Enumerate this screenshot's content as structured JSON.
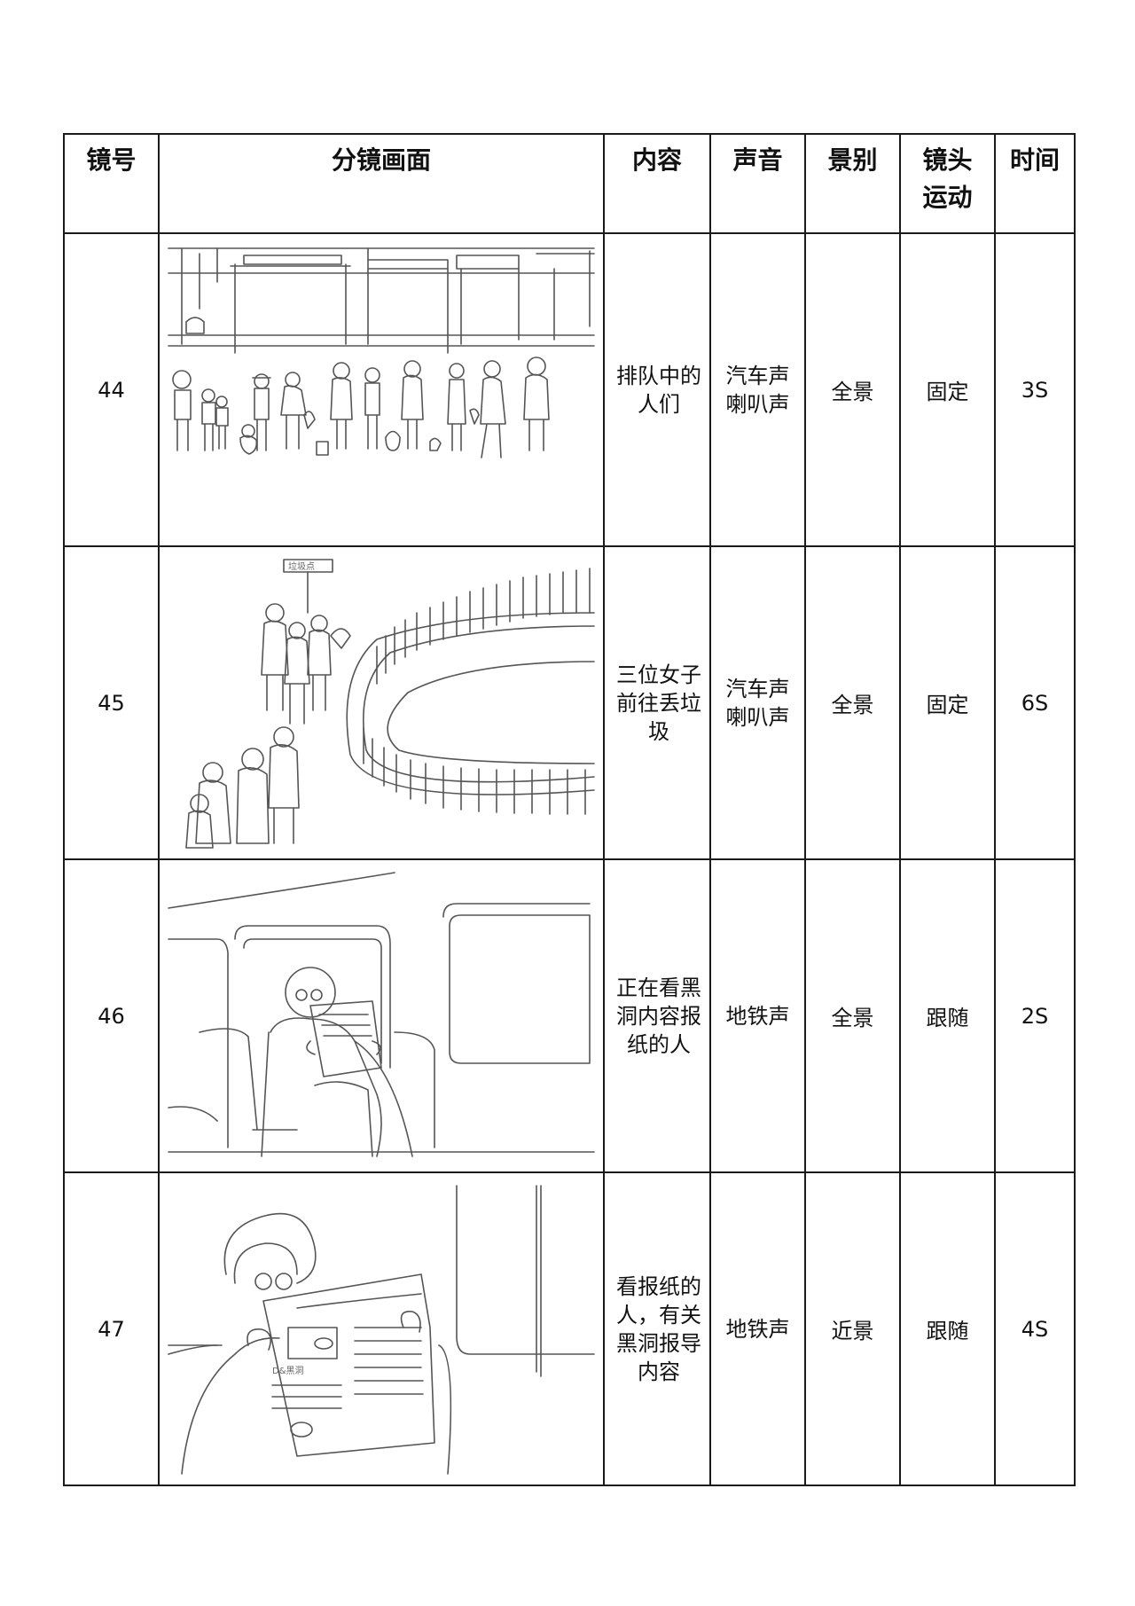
{
  "headers": {
    "shot_no": "镜号",
    "frame": "分镜画面",
    "content": "内容",
    "sound": "声音",
    "scale": "景别",
    "camera": "镜头\n运动",
    "time": "时间"
  },
  "rows": [
    {
      "shot": "44",
      "content": "排队中的人们",
      "sound": "汽车声\n喇叭声",
      "scale": "全景",
      "camera": "固定",
      "time": "3S"
    },
    {
      "shot": "45",
      "content": "三位女子前往丢垃圾",
      "sound": "汽车声\n喇叭声",
      "scale": "全景",
      "camera": "固定",
      "time": "6S",
      "sign": "垃圾点"
    },
    {
      "shot": "46",
      "content": "正在看黑洞内容报纸的人",
      "sound": "地铁声",
      "scale": "全景",
      "camera": "跟随",
      "time": "2S"
    },
    {
      "shot": "47",
      "content": "看报纸的人，有关黑洞报导内容",
      "sound": "地铁声",
      "scale": "近景",
      "camera": "跟随",
      "time": "4S",
      "newspaper": "D&黑洞"
    }
  ]
}
